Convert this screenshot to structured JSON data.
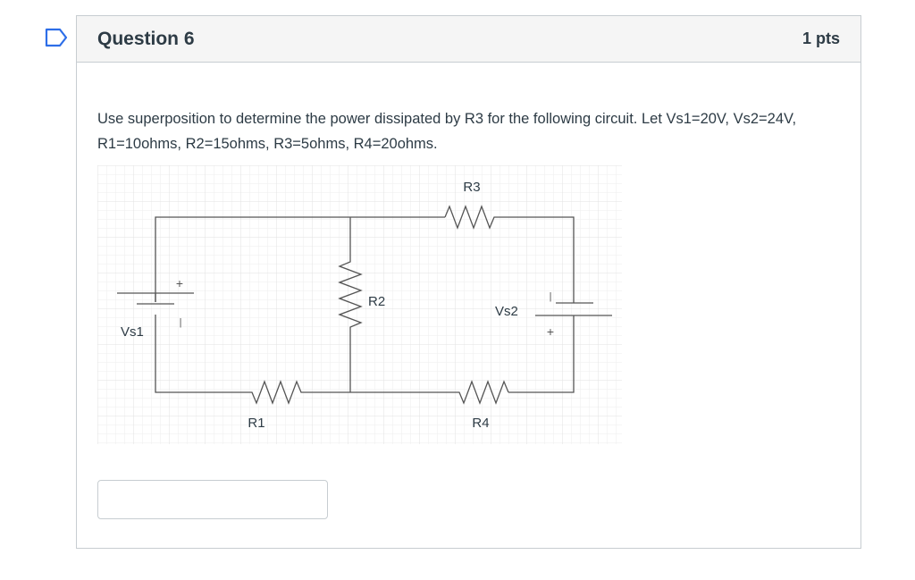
{
  "question": {
    "title": "Question 6",
    "points": "1 pts",
    "text": "Use superposition to determine the power dissipated by R3 for the following circuit.  Let Vs1=20V, Vs2=24V, R1=10ohms, R2=15ohms, R3=5ohms, R4=20ohms."
  },
  "circuit": {
    "labels": {
      "r1": "R1",
      "r2": "R2",
      "r3": "R3",
      "r4": "R4",
      "vs1": "Vs1",
      "vs2": "Vs2",
      "plus": "+",
      "minus": "|"
    }
  },
  "answer": {
    "value": ""
  },
  "colors": {
    "border": "#c7cdd1",
    "header_bg": "#f5f5f5",
    "text": "#2d3b45",
    "flag": "#2d6ee8"
  }
}
